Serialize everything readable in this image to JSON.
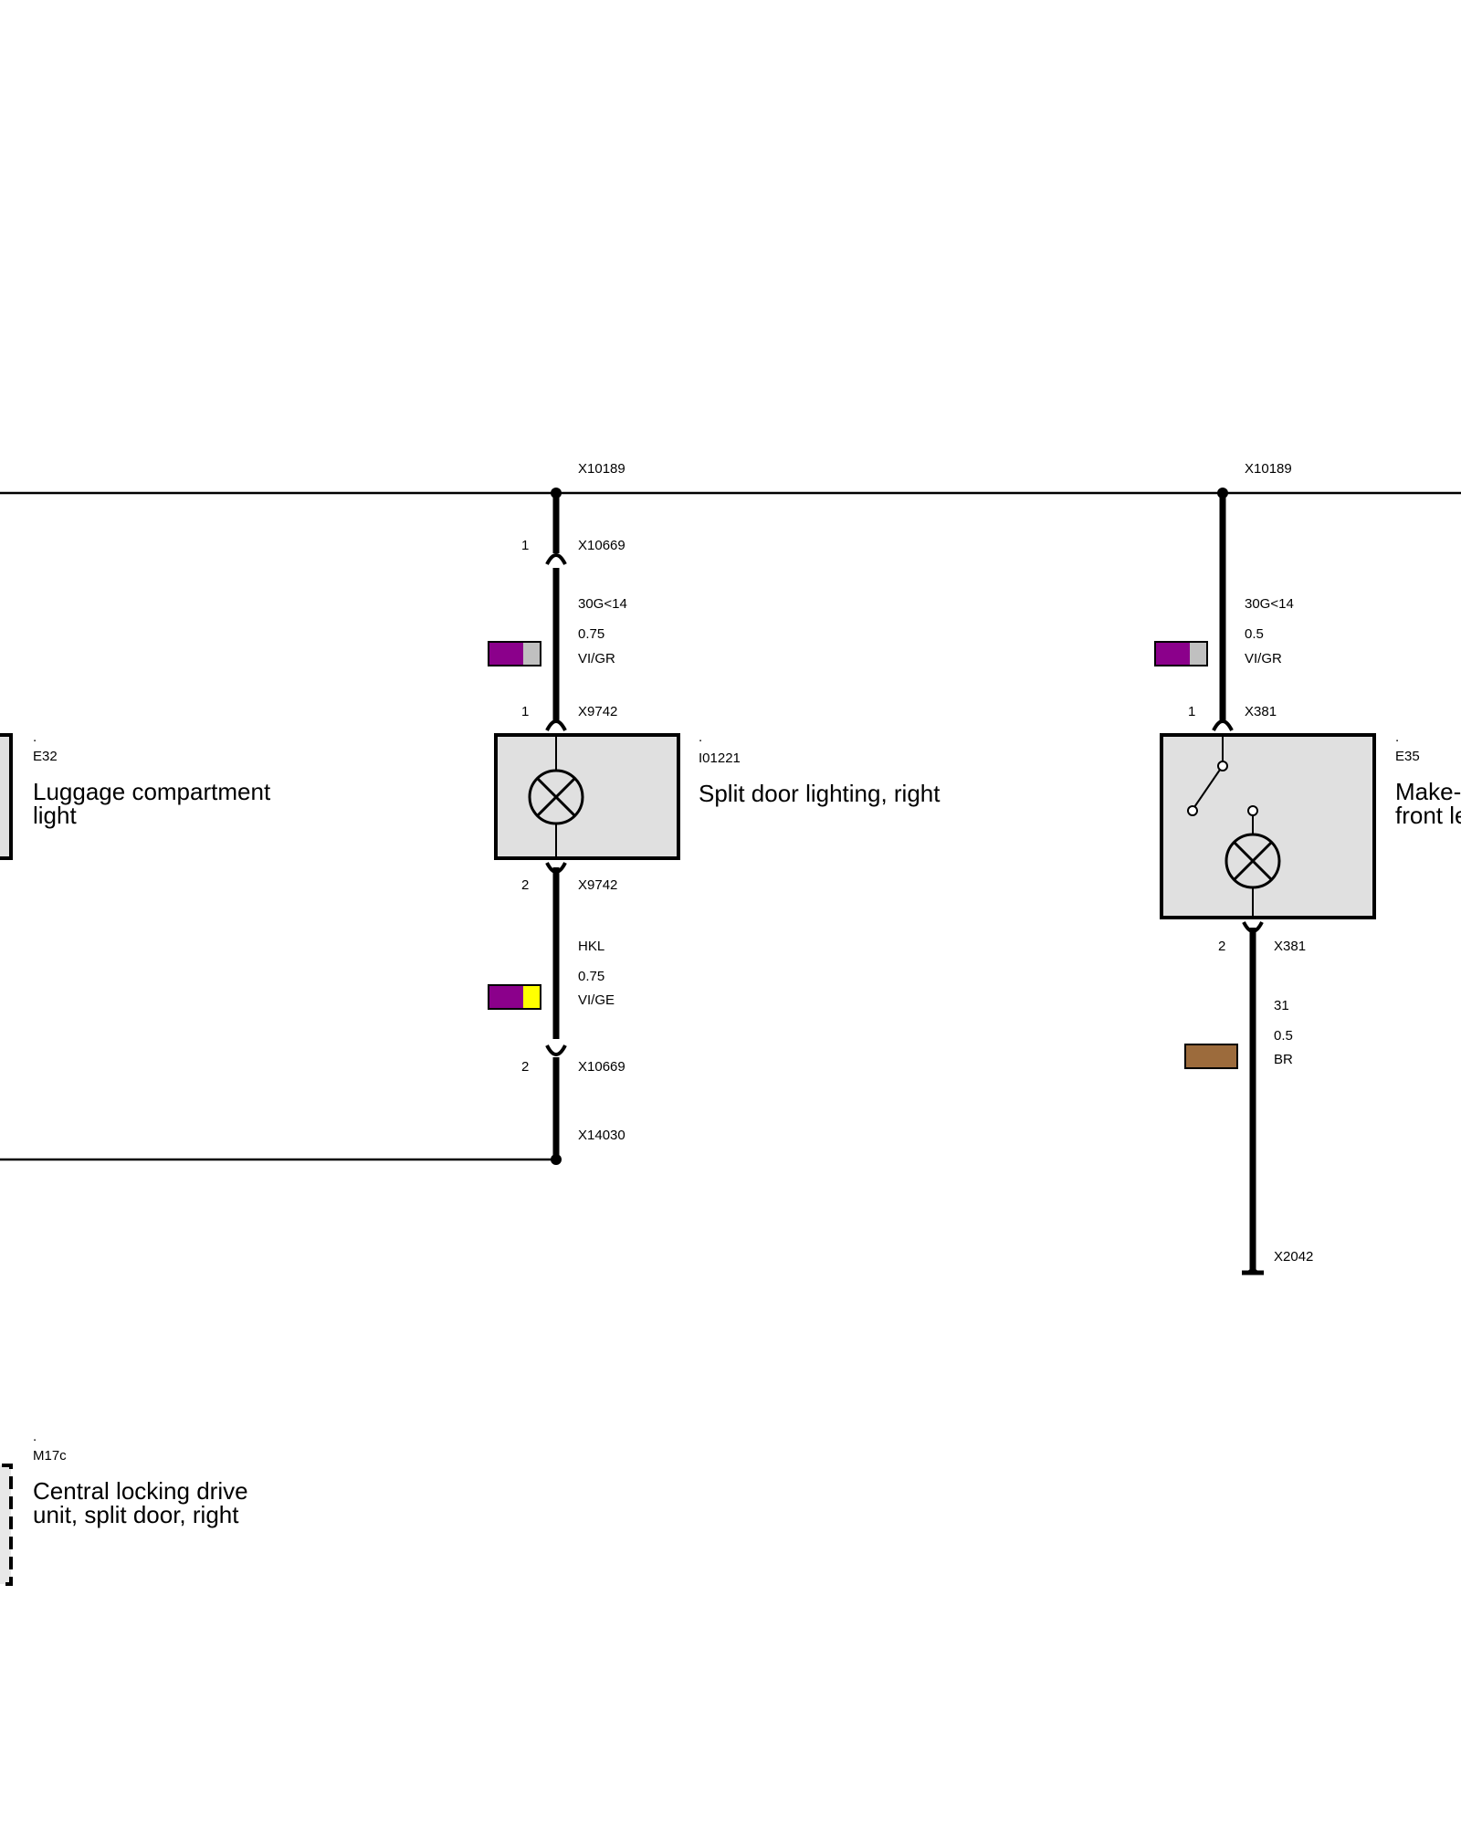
{
  "connectors": {
    "x10189_mid": "X10189",
    "x10189_right": "X10189",
    "x10669_top": "X10669",
    "x10669_bottom": "X10669",
    "x9742_top": "X9742",
    "x9742_bottom": "X9742",
    "x14030": "X14030",
    "x381_top": "X381",
    "x381_bottom": "X381",
    "x2042": "X2042"
  },
  "pins": {
    "x10669_top": "1",
    "x9742_top": "1",
    "x9742_bottom": "2",
    "x10669_bottom": "2",
    "x381_top": "1",
    "x381_bottom": "2"
  },
  "wires": {
    "w1": {
      "signal": "30G<14",
      "gauge": "0.75",
      "color_code": "VI/GR",
      "colors": [
        "#8B008B",
        "#C0C0C0"
      ]
    },
    "w2": {
      "signal": "HKL",
      "gauge": "0.75",
      "color_code": "VI/GE",
      "colors": [
        "#8B008B",
        "#FFFF00"
      ]
    },
    "w3": {
      "signal": "30G<14",
      "gauge": "0.5",
      "color_code": "VI/GR",
      "colors": [
        "#8B008B",
        "#C0C0C0"
      ]
    },
    "w4": {
      "signal": "31",
      "gauge": "0.5",
      "color_code": "BR",
      "colors": [
        "#9C6B3C"
      ]
    }
  },
  "components": {
    "e32": {
      "dot": ".",
      "code": "E32",
      "name_line1": "Luggage compartment",
      "name_line2": "light"
    },
    "i01221": {
      "dot": ".",
      "code": "I01221",
      "name_line1": "Split door lighting, right"
    },
    "e35": {
      "dot": ".",
      "code": "E35",
      "name_line1": "Make-",
      "name_line2": "front le"
    },
    "m17c": {
      "dot": ".",
      "code": "M17c",
      "name_line1": "Central locking drive",
      "name_line2": "unit, split door, right"
    }
  },
  "icons": {
    "lamp_mid": "lamp-icon",
    "lamp_right": "lamp-icon",
    "switch_right": "switch-icon",
    "ground": "ground-icon"
  }
}
